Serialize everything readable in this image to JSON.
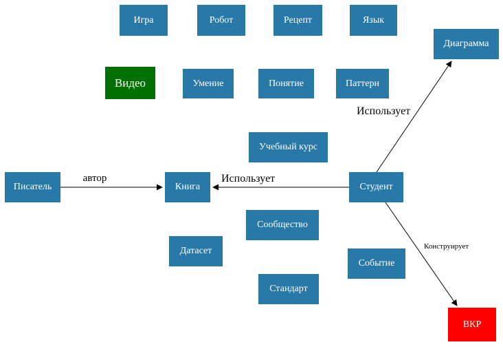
{
  "diagram": {
    "colors": {
      "node_fill": "#2878a8",
      "video_fill": "#007000",
      "vkr_fill": "#ff0000",
      "node_text": "#ffffff",
      "edge": "#000000",
      "background": "#ffffff"
    },
    "nodes": {
      "igra": {
        "label": "Игра"
      },
      "robot": {
        "label": "Робот"
      },
      "recept": {
        "label": "Рецепт"
      },
      "yazyk": {
        "label": "Язык"
      },
      "diagramma": {
        "label": "Диаграмма"
      },
      "video": {
        "label": "Видео"
      },
      "umenie": {
        "label": "Умение"
      },
      "ponyatie": {
        "label": "Понятие"
      },
      "pattern": {
        "label": "Паттерн"
      },
      "kurs": {
        "label": "Учебный курс"
      },
      "pisatel": {
        "label": "Писатель"
      },
      "kniga": {
        "label": "Книга"
      },
      "student": {
        "label": "Студент"
      },
      "soobshchestvo": {
        "label": "Сообщество"
      },
      "dataset": {
        "label": "Датасет"
      },
      "sobytie": {
        "label": "Событие"
      },
      "standart": {
        "label": "Стандарт"
      },
      "vkr": {
        "label": "ВКР"
      }
    },
    "edges": {
      "avtor": {
        "label": "автор",
        "from": "Писатель",
        "to": "Книга"
      },
      "ispolzuet_kniga": {
        "label": "Использует",
        "from": "Студент",
        "to": "Книга"
      },
      "ispolzuet_diagramma": {
        "label": "Использует",
        "from": "Студент",
        "to": "Диаграмма"
      },
      "konstruiruet": {
        "label": "Конструирует",
        "from": "Студент",
        "to": "ВКР"
      }
    }
  }
}
